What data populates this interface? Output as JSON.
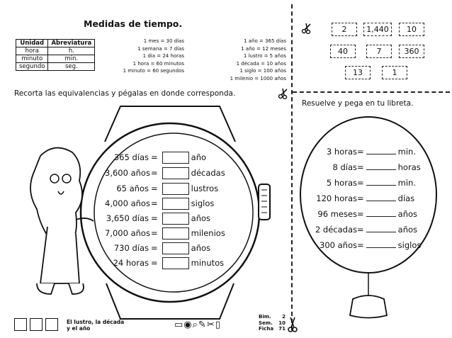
{
  "header": {
    "title": "Medidas de tiempo."
  },
  "abbreviation_table": {
    "headers": [
      "Unidad",
      "Abreviatura"
    ],
    "rows": [
      [
        "hora",
        "h."
      ],
      [
        "minuto",
        "min."
      ],
      [
        "segundo",
        "seg."
      ]
    ]
  },
  "equivalences_left": [
    "1 mes = 30 días",
    "1 semana = 7 días",
    "1 día = 24 horas",
    "1 hora = 60 minutos",
    "1 minuto = 60 segundos"
  ],
  "equivalences_right": [
    "1 año = 365 días",
    "1 año = 12 meses",
    "1 lustro = 5 años",
    "1 década = 10 años",
    "1 siglo = 100 años",
    "1 milenio = 1000 años"
  ],
  "cut_instruction": "Recorta las equivalencias y pégalas en donde corresponda.",
  "cards": [
    "2",
    "1,440",
    "10",
    "40",
    "7",
    "360",
    "13",
    "1"
  ],
  "watch_exercises": [
    {
      "left": "365 días",
      "unit": "año"
    },
    {
      "left": "3,600 años",
      "unit": "décadas"
    },
    {
      "left": "65 años",
      "unit": "lustros"
    },
    {
      "left": "4,000 años",
      "unit": "siglos"
    },
    {
      "left": "3,650 días",
      "unit": "años"
    },
    {
      "left": "7,000 años",
      "unit": "milenios"
    },
    {
      "left": "730 días",
      "unit": "años"
    },
    {
      "left": "24 horas",
      "unit": "minutos"
    }
  ],
  "equals_sign": "=",
  "solve_instruction": "Resuelve y pega en tu libreta.",
  "balloon_exercises": [
    {
      "left": "3 horas",
      "unit": "min."
    },
    {
      "left": "8 días",
      "unit": "horas"
    },
    {
      "left": "5 horas",
      "unit": "min."
    },
    {
      "left": "120 horas",
      "unit": "días"
    },
    {
      "left": "96 meses",
      "unit": "años"
    },
    {
      "left": "2 décadas",
      "unit": "años"
    },
    {
      "left": "300 años",
      "unit": "siglos"
    }
  ],
  "footer": {
    "topic_line1": "El lustro, la década",
    "topic_line2": "y el año",
    "bim_label": "Bim.",
    "bim_value": "2",
    "sem_label": "Sem.",
    "sem_value": "10",
    "ficha_label": "Ficha",
    "ficha_value": "71"
  }
}
